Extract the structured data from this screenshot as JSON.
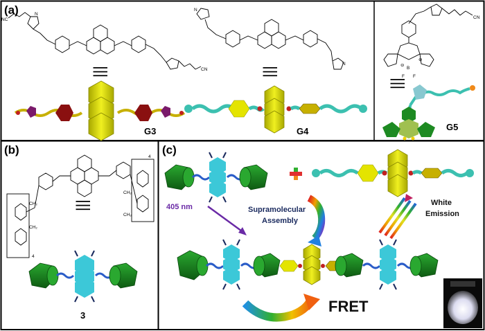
{
  "panels": {
    "a": {
      "label": "(a)",
      "compounds": [
        "G3",
        "G4",
        "G5"
      ]
    },
    "b": {
      "label": "(b)",
      "compound": "3"
    },
    "c": {
      "label": "(c)",
      "excitation": "405 nm",
      "assembly_line1": "Supramolecular",
      "assembly_line2": "Assembly",
      "emission_line1": "White",
      "emission_line2": "Emission",
      "fret": "FRET"
    }
  },
  "chem_labels": {
    "nc": "NC",
    "cn": "CN",
    "n": "N",
    "b": "B",
    "f": "F",
    "four": "4",
    "ch2": "CH₂",
    "plus_charge": "⊕",
    "minus_charge": "⊖",
    "equiv": "|||"
  },
  "colors": {
    "yellow": "#e4e400",
    "green": "#1d8a22",
    "cyan": "#3cc8d8",
    "teal": "#3cc0b0",
    "darkred": "#8a1010",
    "purple": "#7a1a6a",
    "arrow_purple": "#6a2aa6",
    "plus_orange": "#f08a1a"
  }
}
